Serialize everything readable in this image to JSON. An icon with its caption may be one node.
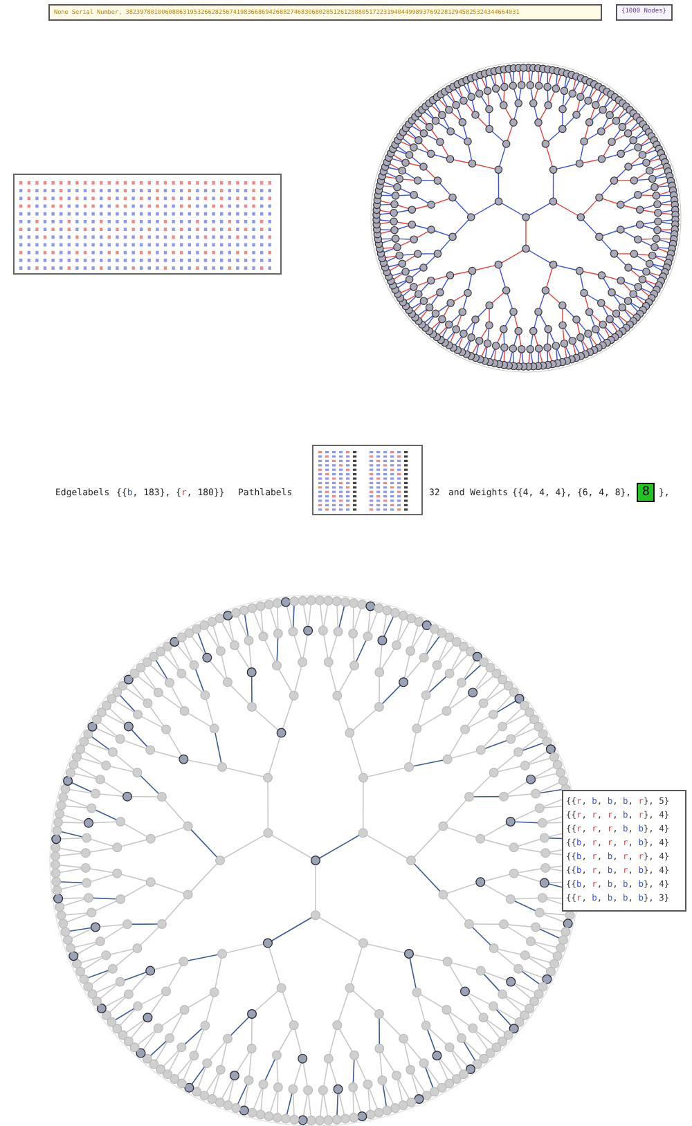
{
  "diagram": {
    "labels": [
      "None Serial Number, 38239780100608863195326628256741983668694268827468306802851261288805172231940449989376922812945825324344664031",
      "{1000 Nodes}",
      "Edgelabels",
      "{{b, 183}, {r, 180}}",
      "Pathlabels",
      "32",
      "and Weights",
      "{{4, 4, 4}, {6, 4, 8},",
      "8",
      "},",
      "{{r, b, b, b, r}, 5}",
      "{{r, r, r, b, r}, 4}",
      "{{r, r, r, b, b}, 4}",
      "{{b, r, r, r, b}, 4}",
      "{{b, r, b, r, r}, 4}",
      "{{b, r, b, r, b}, 4}",
      "{{b, r, b, b, b}, 4}",
      "{{r, b, b, b, b}, 3}"
    ]
  }
}
